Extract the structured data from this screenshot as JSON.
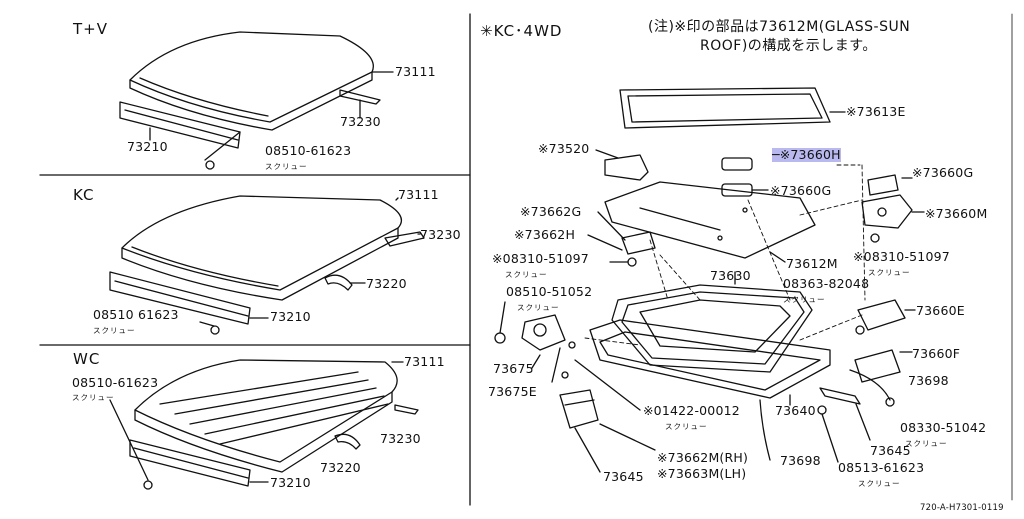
{
  "sections": {
    "tv": "T+V",
    "kc": "KC",
    "wc": "WC",
    "kc4wd": "✳KC･4WD"
  },
  "note": {
    "line1": "(注)※印の部品は73612M(GLASS-SUN",
    "line2": "ROOF)の構成を示します。"
  },
  "screw_text": "スクリュー",
  "labels": {
    "tv_73111": "73111",
    "tv_73230": "73230",
    "tv_73210": "73210",
    "tv_screw": "08510-61623",
    "kc_73111": "73111",
    "kc_73230": "73230",
    "kc_73220": "73220",
    "kc_73210": "73210",
    "kc_screw": "08510  61623",
    "wc_73111": "73111",
    "wc_screw": "08510-61623",
    "wc_73230": "73230",
    "wc_73220": "73220",
    "wc_73210": "73210",
    "p73613E": "※73613E",
    "p73520": "※73520",
    "p73660H": "─※73660H",
    "p73660G_a": "※73660G",
    "p73660G_b": "※73660G",
    "p73660M": "※73660M",
    "p73662G": "※73662G",
    "p73662H": "※73662H",
    "p73612M": "73612M",
    "p08310a": "※08310-51097",
    "p08310b": "※08310-51097",
    "p73630": "73630",
    "p08510": "08510-51052",
    "p08363": "08363-82048",
    "p73660E": "73660E",
    "p73660F": "73660F",
    "p73675": "73675",
    "p73675E": "73675E",
    "p01422": "※01422-00012",
    "p73640": "73640",
    "p73698a": "73698",
    "p73698b": "73698",
    "p08330": "08330-51042",
    "p73645a": "73645",
    "p73645b": "73645",
    "p73662M": "※73662M(RH)",
    "p73663M": "※73663M(LH)",
    "p08513": "08513-61623"
  },
  "footer_code": "720-A-H7301-0119"
}
